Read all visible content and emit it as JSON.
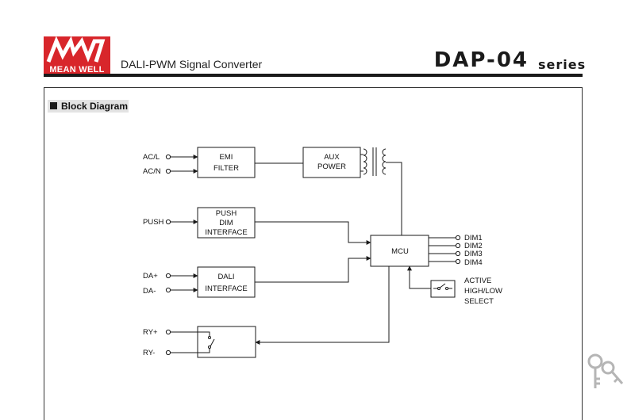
{
  "header": {
    "logo_text": "MEAN WELL",
    "subtitle": "DALI-PWM Signal Converter",
    "model": "DAP-04",
    "series": "series"
  },
  "section": {
    "title": "Block Diagram"
  },
  "diagram": {
    "blocks": {
      "emi": [
        "EMI",
        "FILTER"
      ],
      "aux": [
        "AUX",
        "POWER"
      ],
      "push": [
        "PUSH",
        "DIM",
        "INTERFACE"
      ],
      "dali": [
        "DALI",
        "INTERFACE"
      ],
      "mcu": "MCU"
    },
    "terminals": {
      "acl": "AC/L",
      "acn": "AC/N",
      "push": "PUSH",
      "dap": "DA+",
      "dam": "DA-",
      "ryp": "RY+",
      "rym": "RY-"
    },
    "outputs": [
      "DIM1",
      "DIM2",
      "DIM3",
      "DIM4"
    ],
    "select_label": [
      "ACTIVE",
      "HIGH/LOW",
      "SELECT"
    ]
  },
  "colors": {
    "brand_red": "#d8262b",
    "line": "#1a1a1a"
  },
  "icons": {
    "corner": "key-icon"
  }
}
